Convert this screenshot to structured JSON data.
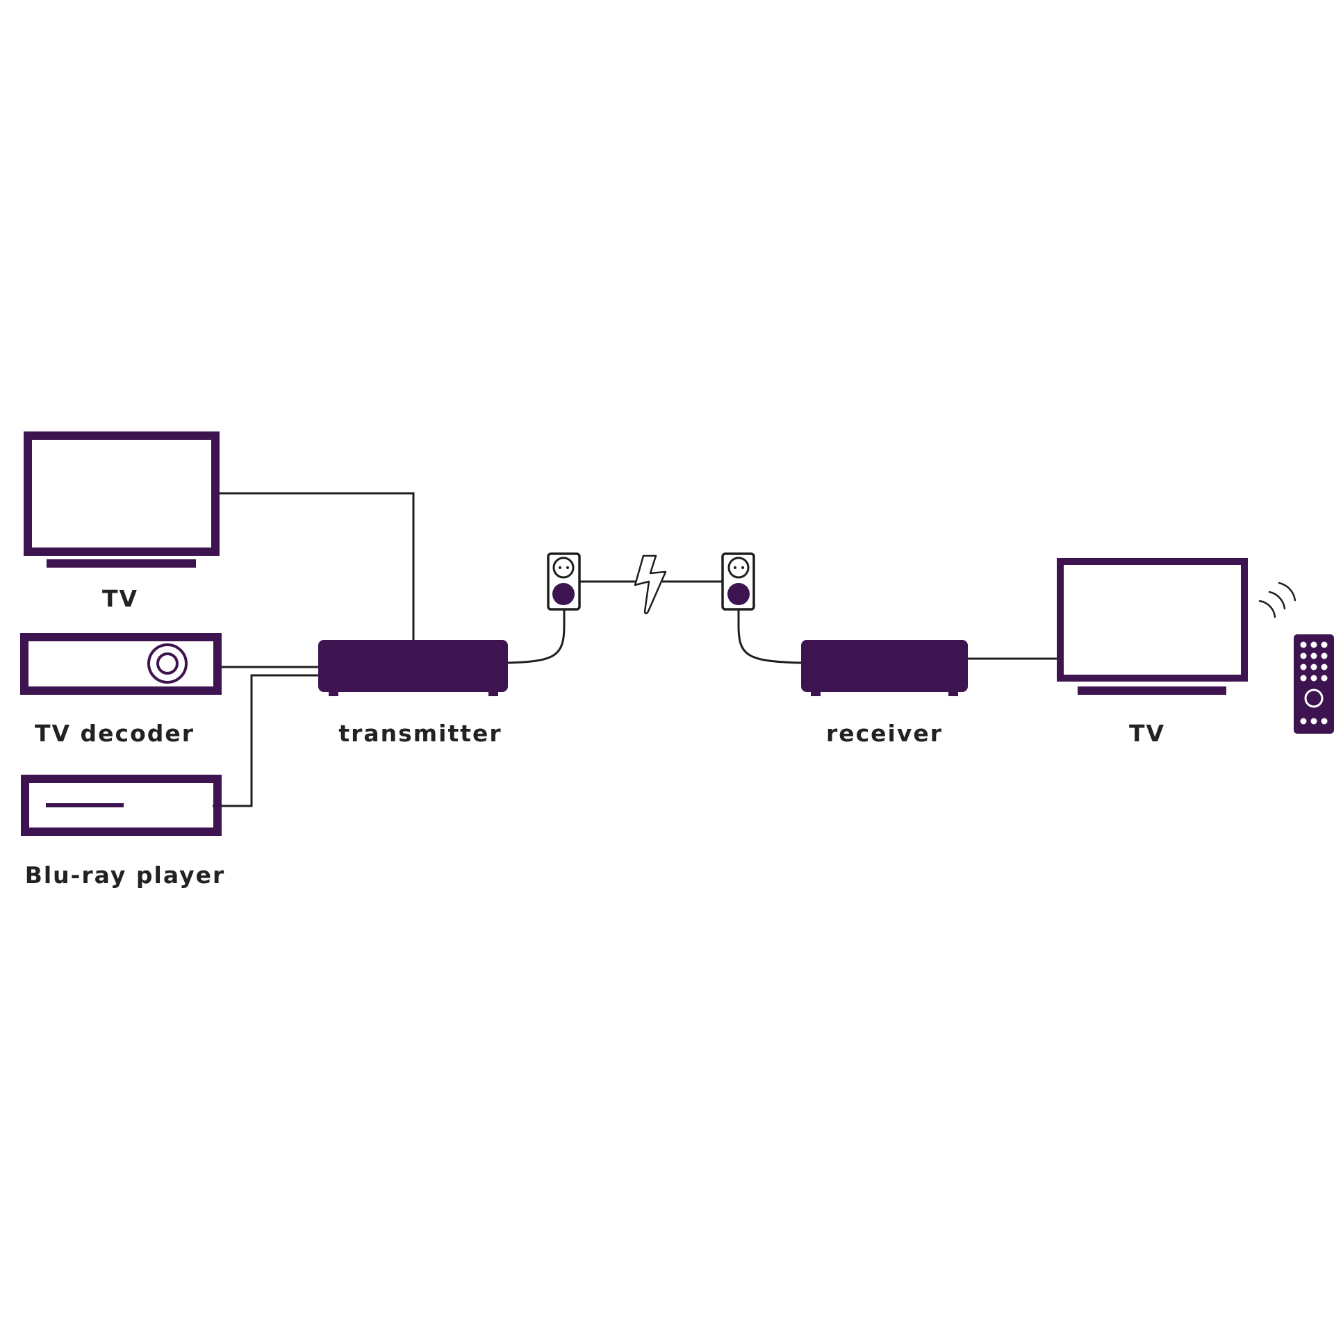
{
  "colors": {
    "device": "#3d1450",
    "wire": "#1e1e1e",
    "text": "#222222",
    "background": "#ffffff"
  },
  "labels": {
    "tv_source": "TV",
    "tv_decoder": "TV decoder",
    "bluray_player": "Blu-ray player",
    "transmitter": "transmitter",
    "receiver": "receiver",
    "tv_remote": "TV"
  },
  "icons": {
    "tv_source": "television-icon",
    "tv_decoder": "decoder-box-icon",
    "bluray_player": "bluray-player-icon",
    "transmitter": "transmitter-box-icon",
    "outlet_left": "power-outlet-icon",
    "lightning": "lightning-bolt-icon",
    "outlet_right": "power-outlet-icon",
    "receiver": "receiver-box-icon",
    "tv_remote": "television-icon",
    "remote_control": "remote-control-icon",
    "signal_waves": "signal-waves-icon"
  }
}
